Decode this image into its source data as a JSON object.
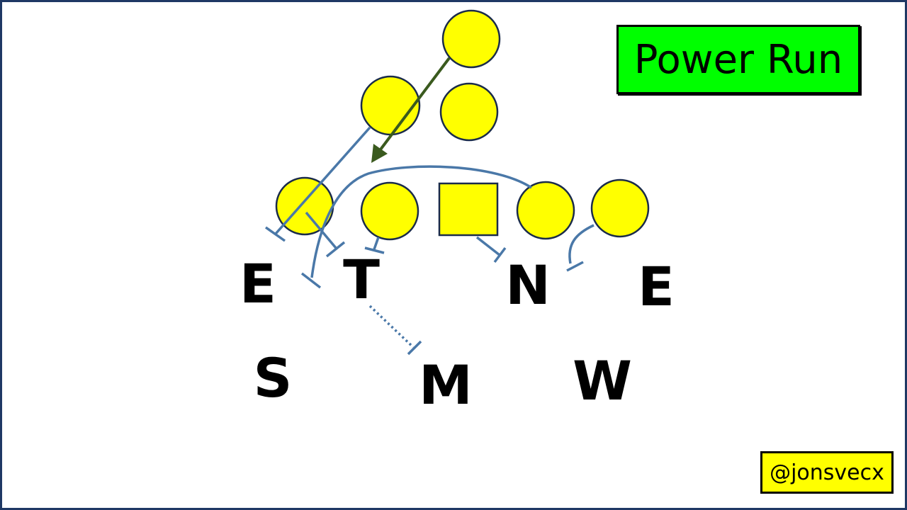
{
  "title": "Power Run",
  "credit": "@jonsvecx",
  "colors": {
    "player_fill": "#ffff00",
    "player_stroke": "#1a2b4a",
    "block_line": "#4a78a8",
    "ball_path": "#3a5a1e",
    "title_bg": "#00ff00",
    "credit_bg": "#ffff00",
    "frame": "#1f3864"
  },
  "defense": {
    "end_left": "E",
    "tackle": "T",
    "nose": "N",
    "end_right": "E",
    "strong_safety": "S",
    "mike": "M",
    "will": "W"
  }
}
